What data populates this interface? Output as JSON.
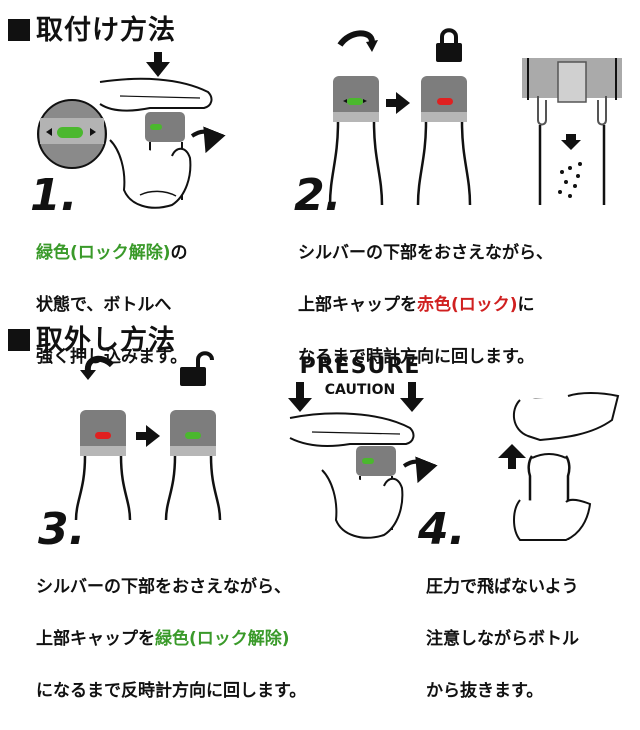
{
  "install": {
    "heading": "取付け方法",
    "step1": {
      "num": "1.",
      "line1_green": "緑色(ロック解除)",
      "line1_rest": "の",
      "line2": "状態で、ボトルへ",
      "line3": "強く押し込みます。"
    },
    "step2": {
      "num": "2.",
      "line1": "シルバーの下部をおさえながら、",
      "line2_pre": "上部キャップを",
      "line2_red": "赤色(ロック)",
      "line2_post": "に",
      "line3": "なるまで時計方向に回します。"
    }
  },
  "remove": {
    "heading": "取外し方法",
    "step3": {
      "num": "3.",
      "line1": "シルバーの下部をおさえながら、",
      "line2_pre": "上部キャップを",
      "line2_green": "緑色(ロック解除)",
      "line3": "になるまで反時計方向に回します。"
    },
    "step4": {
      "num": "4.",
      "line1": "圧力で飛ばないよう",
      "line2": "注意しながらボトル",
      "line3": "から抜きます。"
    },
    "warning": {
      "title": "PRESURE",
      "subtitle": "CAUTION"
    }
  },
  "colors": {
    "unlocked": "#4bb82e",
    "locked": "#e02020",
    "cap": "#808080",
    "cap_dark": "#5f5f5f"
  }
}
